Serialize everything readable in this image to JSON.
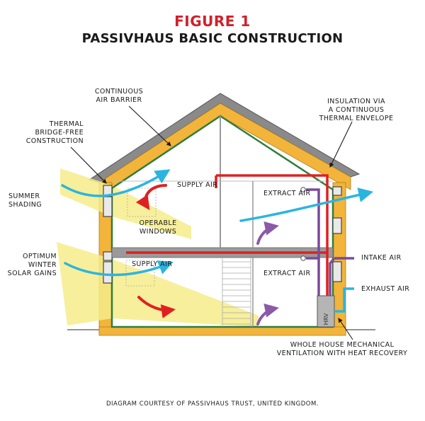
{
  "figure_number": "FIGURE 1",
  "title": "PASSIVHAUS BASIC CONSTRUCTION",
  "labels": {
    "continuous_air_barrier": [
      "CONTINUOUS",
      "AIR BARRIER"
    ],
    "insulation": [
      "INSULATION VIA",
      "A CONTINUOUS",
      "THERMAL ENVELOPE"
    ],
    "thermal_bridge": [
      "THERMAL",
      "BRIDGE-FREE",
      "CONSTRUCTION"
    ],
    "summer_shading": [
      "SUMMER",
      "SHADING"
    ],
    "winter_solar": [
      "OPTIMUM",
      "WINTER",
      "SOLAR GAINS"
    ],
    "supply_air_upper": "SUPPLY AIR",
    "extract_air_upper": "EXTRACT AIR",
    "operable_windows": [
      "OPERABLE",
      "WINDOWS"
    ],
    "supply_air_lower": "SUPPLY AIR",
    "extract_air_lower": "EXTRACT AIR",
    "intake_air": "INTAKE AIR",
    "exhaust_air": "EXHAUST AIR",
    "hrv": "HRV",
    "ventilation": [
      "WHOLE HOUSE MECHANICAL",
      "VENTILATION WITH HEAT RECOVERY"
    ]
  },
  "credit": "DIAGRAM COURTESY OF PASSIVHAUS TRUST, UNITED KINGDOM.",
  "colors": {
    "title_red": "#d0202a",
    "insulation": "#f2b43a",
    "air_barrier": "#2e7d3c",
    "roof": "#7a7a7a",
    "sun": "#f6ec8a",
    "supply_red": "#e02020",
    "extract_purple": "#8a5aa8",
    "fresh_cyan": "#2bb5de"
  }
}
